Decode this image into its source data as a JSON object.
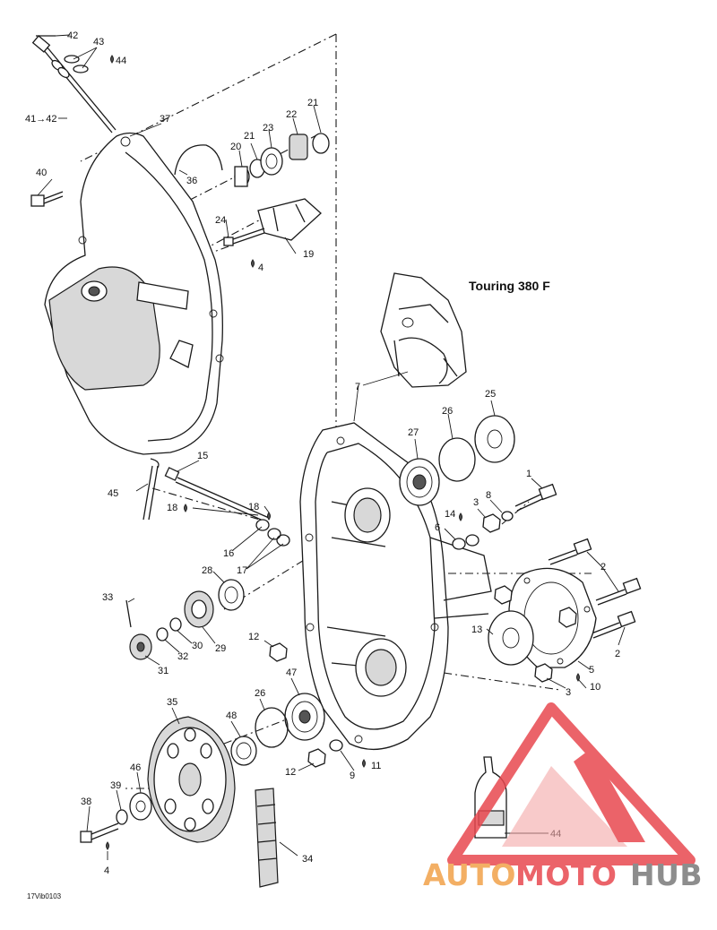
{
  "diagram": {
    "variant_label": "Touring 380 F",
    "drawing_code": "17Vib0103",
    "labels": {
      "p1": "1",
      "p2a": "2",
      "p2b": "2",
      "p3a": "3",
      "p3b": "3",
      "p4a": "4",
      "p4b": "4",
      "p5": "5",
      "p6": "6",
      "p7": "7",
      "p8": "8",
      "p9": "9",
      "p10": "10",
      "p11": "11",
      "p12a": "12",
      "p12b": "12",
      "p13": "13",
      "p14": "14",
      "p15": "15",
      "p16": "16",
      "p17": "17",
      "p18a": "18",
      "p18b": "18",
      "p19": "19",
      "p20": "20",
      "p21a": "21",
      "p21b": "21",
      "p22": "22",
      "p23": "23",
      "p24": "24",
      "p25": "25",
      "p26a": "26",
      "p26b": "26",
      "p27": "27",
      "p28": "28",
      "p29": "29",
      "p30": "30",
      "p31": "31",
      "p32": "32",
      "p33": "33",
      "p34": "34",
      "p35": "35",
      "p36": "36",
      "p37": "37",
      "p38": "38",
      "p39": "39",
      "p40": "40",
      "p41": "41→42",
      "p42": "42",
      "p43": "43",
      "p44a": "44",
      "p44b": "44",
      "p45": "45",
      "p46": "46",
      "p47": "47",
      "p48": "48"
    }
  },
  "watermark": {
    "word_auto": "AUTO",
    "word_moto": "MOTO",
    "word_hub": "HUB",
    "colors": {
      "accent": "#e8484f",
      "orange": "#f2a24a",
      "gray": "#7a7a7a"
    }
  }
}
